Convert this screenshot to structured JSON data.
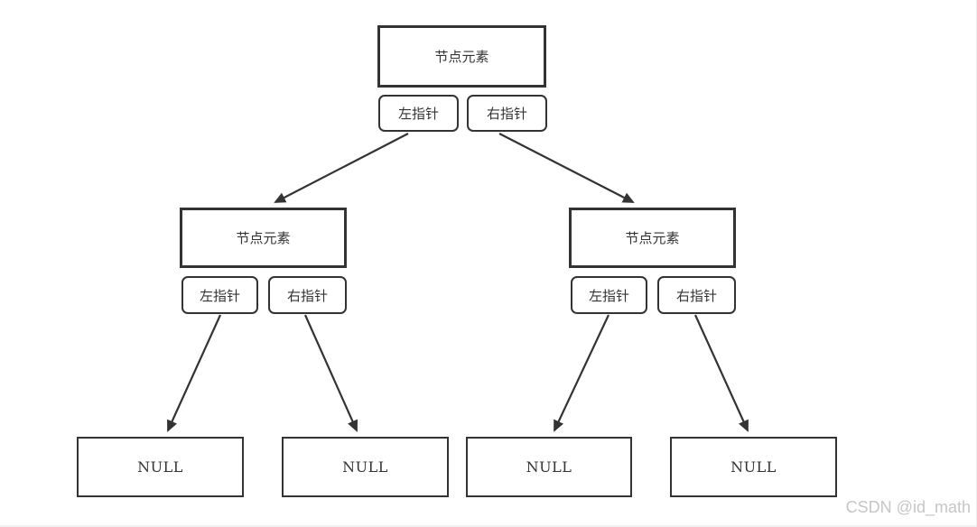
{
  "nodes": {
    "root": {
      "element": "节点元素",
      "left_pointer": "左指针",
      "right_pointer": "右指针"
    },
    "left_child": {
      "element": "节点元素",
      "left_pointer": "左指针",
      "right_pointer": "右指针"
    },
    "right_child": {
      "element": "节点元素",
      "left_pointer": "左指针",
      "right_pointer": "右指针"
    }
  },
  "leaves": {
    "null_1": "NULL",
    "null_2": "NULL",
    "null_3": "NULL",
    "null_4": "NULL"
  },
  "watermark": {
    "text": "CSDN @id_math"
  },
  "colors": {
    "stroke": "#333333",
    "text": "#333333",
    "watermark": "#c6c6c6",
    "background": "#ffffff"
  }
}
